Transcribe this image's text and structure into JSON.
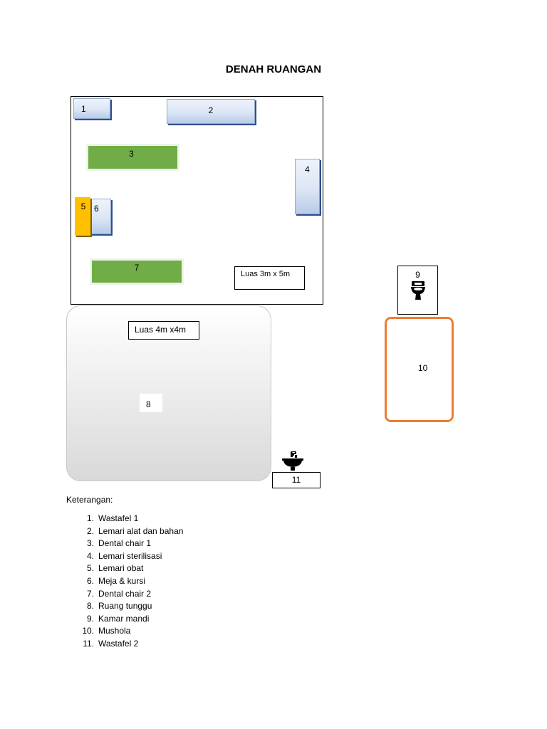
{
  "title": "DENAH RUANGAN",
  "room_main": {
    "items": {
      "wastafel1": "1",
      "lemari_alat": "2",
      "dental1": "3",
      "lemari_steril": "4",
      "lemari_obat": "5",
      "meja": "6",
      "dental2": "7"
    },
    "area_label": "Luas 3m x 5m"
  },
  "waiting_room": {
    "area_label": "Luas 4m x4m",
    "number": "8"
  },
  "bathroom": {
    "number": "9",
    "icon": "toilet-icon"
  },
  "mushola": {
    "number": "10"
  },
  "wastafel2": {
    "number": "11",
    "icon": "sink-icon"
  },
  "legend": {
    "heading": "Keterangan:",
    "items": [
      {
        "n": "1.",
        "text": "Wastafel 1"
      },
      {
        "n": "2.",
        "text": "Lemari alat dan bahan"
      },
      {
        "n": "3.",
        "text": "Dental chair 1"
      },
      {
        "n": "4.",
        "text": "Lemari sterilisasi"
      },
      {
        "n": "5.",
        "text": "Lemari obat"
      },
      {
        "n": "6.",
        "text": "Meja & kursi"
      },
      {
        "n": "7.",
        "text": "Dental chair 2"
      },
      {
        "n": "8.",
        "text": "Ruang tunggu"
      },
      {
        "n": "9.",
        "text": "Kamar mandi"
      },
      {
        "n": "10.",
        "text": "Mushola"
      },
      {
        "n": "11.",
        "text": "Wastafel 2"
      }
    ]
  }
}
